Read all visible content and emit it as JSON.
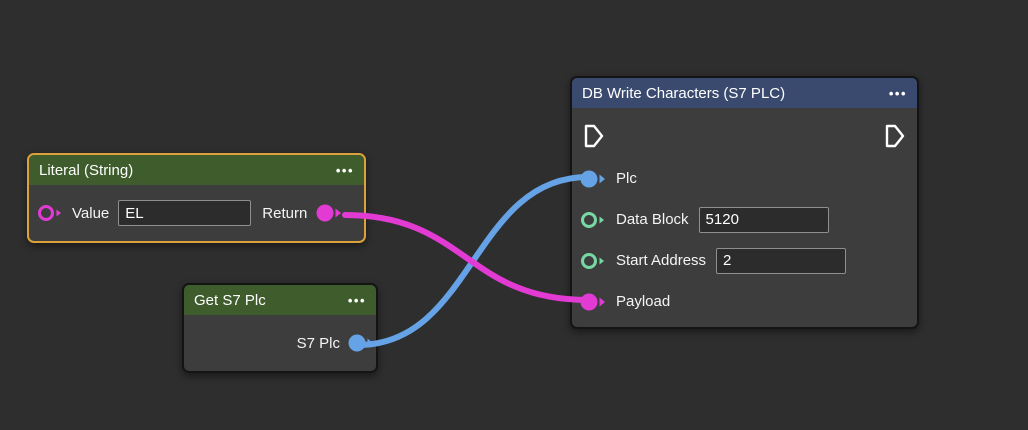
{
  "colors": {
    "background": "#2e2e2e",
    "node_body": "#3d3d3d",
    "node_border": "#141414",
    "selection_border": "#dba23c",
    "header_green": "#3f5c2d",
    "header_blue": "#3a4a6e",
    "wire_blue": "#66a3e6",
    "wire_magenta": "#e23bd4",
    "port_blue": "#66a3e6",
    "port_magenta": "#e23bd4",
    "port_teal": "#77d8a4",
    "exec_pin": "#ffffff"
  },
  "ui": {
    "menu_dots": "•••"
  },
  "nodes": {
    "literal_string": {
      "title": "Literal (String)",
      "selected": true,
      "value_label": "Value",
      "value_input": "EL",
      "return_label": "Return"
    },
    "get_s7_plc": {
      "title": "Get S7 Plc",
      "output_label": "S7 Plc"
    },
    "db_write_characters": {
      "title": "DB Write Characters (S7 PLC)",
      "plc_label": "Plc",
      "data_block_label": "Data Block",
      "data_block_input": "5120",
      "start_address_label": "Start Address",
      "start_address_input": "2",
      "payload_label": "Payload"
    }
  },
  "wires": [
    {
      "name": "get-s7-plc-output-to-plc",
      "color": "#66a3e6"
    },
    {
      "name": "literal-return-to-payload",
      "color": "#e23bd4"
    }
  ]
}
